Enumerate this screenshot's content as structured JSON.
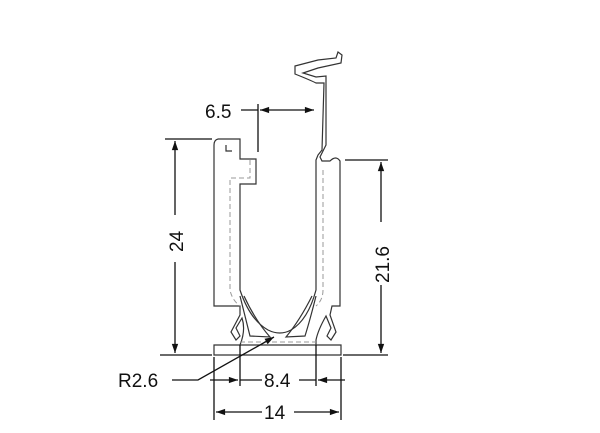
{
  "drawing": {
    "dimensions": {
      "total_height": "24",
      "inner_height": "21.6",
      "total_width": "14",
      "inner_width": "8.4",
      "offset": "6.5",
      "radius": "R2.6"
    },
    "colors": {
      "line": "#333333",
      "hidden": "#999999"
    }
  }
}
